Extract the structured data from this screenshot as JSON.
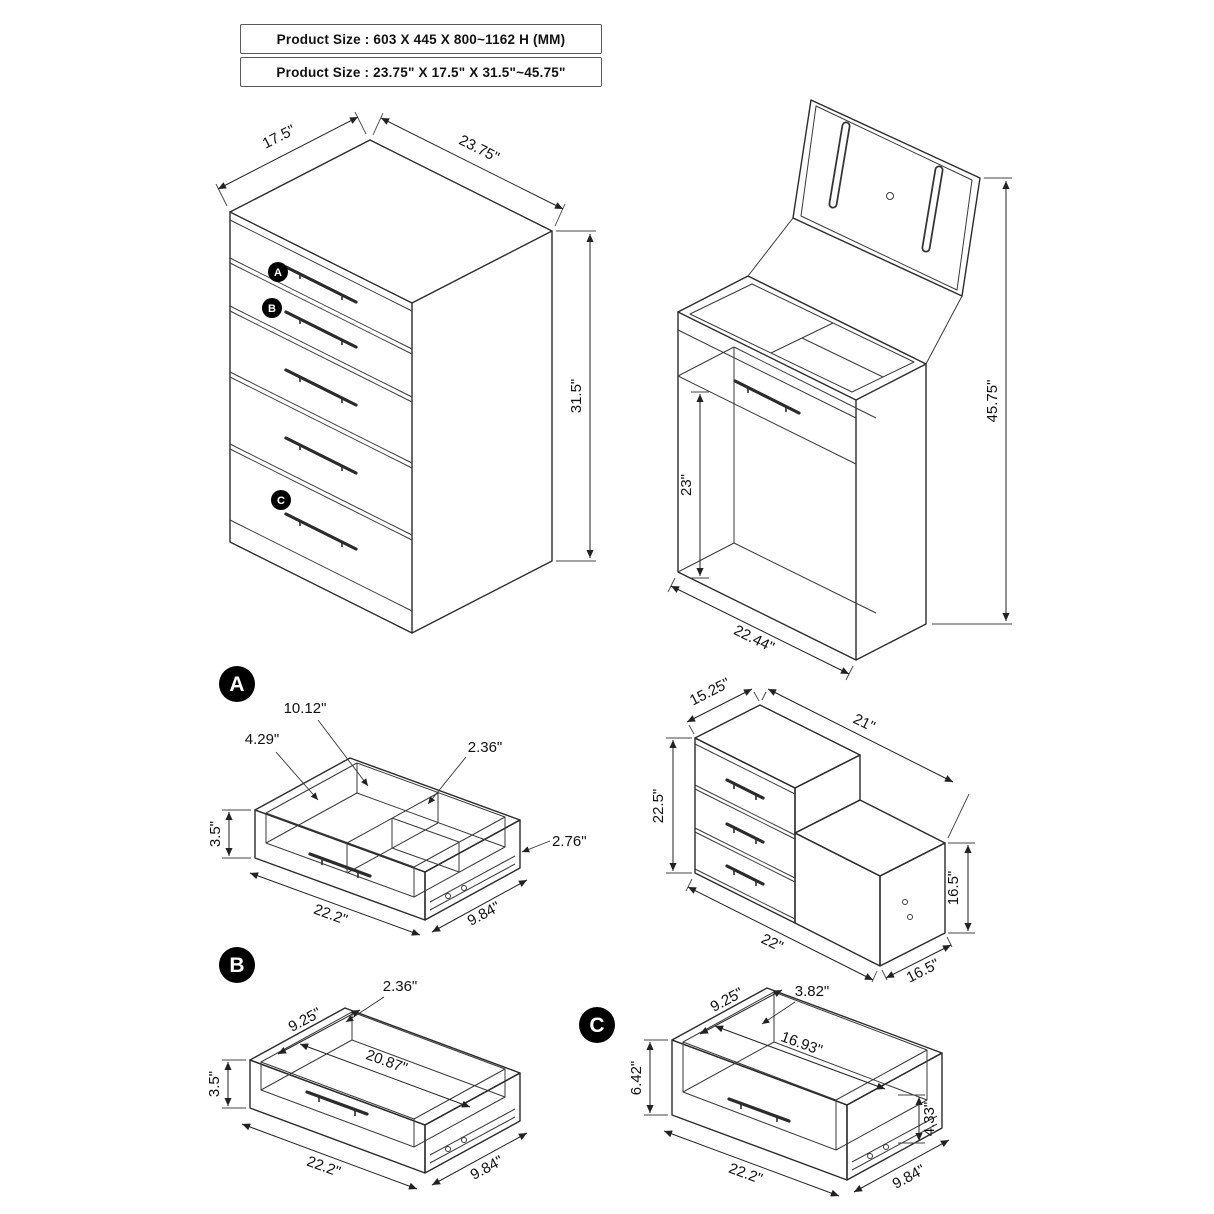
{
  "header": {
    "size_mm": "Product Size : 603 X 445 X 800~1162 H (MM)",
    "size_in": "Product Size : 23.75\" X 17.5\" X 31.5\"~45.75\""
  },
  "chest": {
    "depth": "17.5\"",
    "width": "23.75\"",
    "height": "31.5\"",
    "marker_a": "A",
    "marker_b": "B",
    "marker_c": "C"
  },
  "vanity": {
    "total_height": "45.75\"",
    "knee_height": "23\"",
    "bottom_width": "22.44\""
  },
  "section_a": {
    "label": "A",
    "compartment_width": "10.12\"",
    "compartment_width_2": "4.29\"",
    "divider": "2.36\"",
    "height": "3.5\"",
    "rail": "2.76\"",
    "width": "22.2\"",
    "depth": "9.84\""
  },
  "base_unit": {
    "top_depth": "15.25\"",
    "top_width": "21\"",
    "left_height": "22.5\"",
    "right_height": "16.5\"",
    "bottom_width": "22\"",
    "bottom_depth": "16.5\""
  },
  "section_b": {
    "label": "B",
    "divider": "2.36\"",
    "inner_depth": "9.25\"",
    "inner_width": "20.87\"",
    "height": "3.5\"",
    "width": "22.2\"",
    "depth": "9.84\""
  },
  "section_c": {
    "label": "C",
    "divider": "3.82\"",
    "inner_depth": "9.25\"",
    "inner_width": "16.93\"",
    "front_height": "6.42\"",
    "rail_height": "4.33\"",
    "width": "22.2\"",
    "depth": "9.84\""
  }
}
